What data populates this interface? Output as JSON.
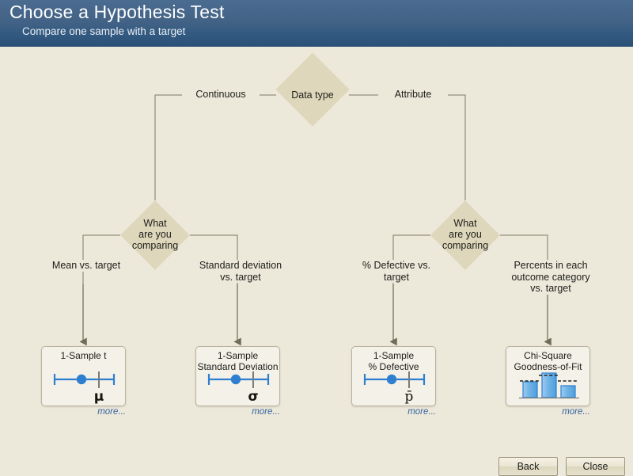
{
  "header": {
    "title": "Choose a Hypothesis Test",
    "subtitle": "Compare one sample with a target"
  },
  "colors": {
    "header_top": "#4a6c90",
    "header_bottom": "#2b5077",
    "canvas_bg": "#ece8da",
    "diamond_fill": "#dfd7bc",
    "connector": "#7d7a64",
    "card_bg": "#f3f1e8",
    "card_border": "#b9b49d",
    "accent_blue": "#2f7fd0",
    "link_blue": "#3565a0",
    "text": "#20211c"
  },
  "flow": {
    "root": {
      "name": "data-type-diamond",
      "label": "Data type"
    },
    "branches": [
      {
        "name": "branch-continuous",
        "label": "Continuous"
      },
      {
        "name": "branch-attribute",
        "label": "Attribute"
      }
    ],
    "decisions": [
      {
        "name": "compare-diamond-continuous",
        "label": "What\nare you\ncomparing"
      },
      {
        "name": "compare-diamond-attribute",
        "label": "What\nare you\ncomparing"
      }
    ],
    "edge_labels": [
      {
        "name": "edge-label-mean-vs-target",
        "label": "Mean vs. target"
      },
      {
        "name": "edge-label-stdev-vs-target",
        "label": "Standard deviation\nvs. target"
      },
      {
        "name": "edge-label-pct-defective-vs-target",
        "label": "% Defective vs.\ntarget"
      },
      {
        "name": "edge-label-percents-each-category",
        "label": "Percents in each\noutcome category\nvs. target"
      }
    ]
  },
  "cards": [
    {
      "name": "card-1-sample-t",
      "title": "1-Sample t",
      "symbol": "μ",
      "graphic": "interval-plot",
      "more_label": "more..."
    },
    {
      "name": "card-1-sample-standard-deviation",
      "title": "1-Sample\nStandard Deviation",
      "symbol": "σ",
      "graphic": "interval-plot",
      "more_label": "more..."
    },
    {
      "name": "card-1-sample-pct-defective",
      "title": "1-Sample\n% Defective",
      "symbol": "p̄",
      "graphic": "interval-plot",
      "more_label": "more..."
    },
    {
      "name": "card-chi-square-goodness-of-fit",
      "title": "Chi-Square\nGoodness-of-Fit",
      "symbol": "",
      "graphic": "bar-chart",
      "more_label": "more..."
    }
  ],
  "footer": {
    "back_label": "Back",
    "close_label": "Close"
  }
}
